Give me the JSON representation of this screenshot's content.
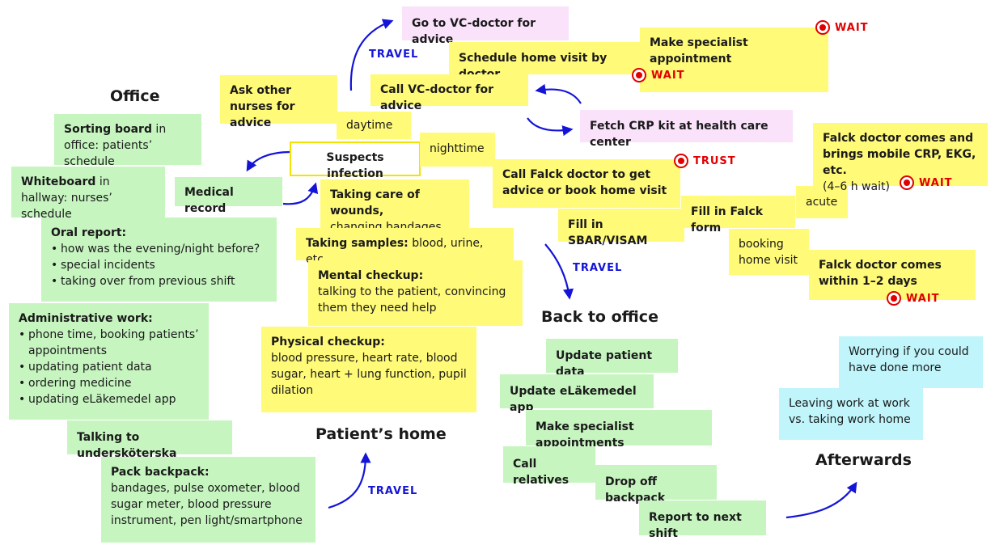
{
  "headings": {
    "office": "Office",
    "patients_home": "Patient’s home",
    "back_to_office": "Back to office",
    "afterwards": "Afterwards"
  },
  "center": "Suspects infection",
  "labels": {
    "daytime": "daytime",
    "nighttime": "nighttime",
    "acute": "acute",
    "booking_home_visit": "booking home visit"
  },
  "travel_label": "TRAVEL",
  "signals": {
    "wait": "WAIT",
    "trust": "TRUST"
  },
  "office": {
    "sorting_board_bold": "Sorting board",
    "sorting_board_rest": " in office: patients’ schedule",
    "whiteboard_bold": "Whiteboard",
    "whiteboard_rest": " in hallway: nurses’ schedule",
    "oral_report_title": "Oral report:",
    "oral_report_items": [
      "how was the evening/night before?",
      "special incidents",
      "taking over from previous shift"
    ],
    "admin_title": "Administrative work:",
    "admin_items": [
      "phone time, booking patients’ appointments",
      "updating patient data",
      "ordering medicine",
      "updating eLäkemedel app"
    ],
    "talking": "Talking to undersköterska",
    "pack_title": "Pack backpack:",
    "pack_text": "bandages, pulse oxometer, blood sugar meter, blood pressure instrument, pen light/smartphone",
    "medical_record": "Medical record"
  },
  "home": {
    "wounds_bold": "Taking care of wounds,",
    "wounds_rest": "changing bandages",
    "samples_bold": "Taking samples:",
    "samples_rest": " blood, urine, etc.",
    "mental_title": "Mental checkup:",
    "mental_text": "talking to the patient, convincing them they need help",
    "physical_title": "Physical checkup:",
    "physical_text": "blood pressure, heart rate, blood sugar, heart + lung function, pupil dilation"
  },
  "daytime_branch": {
    "ask_nurses": "Ask other nurses for advice",
    "go_vc": "Go to VC-doctor for advice",
    "call_vc": "Call VC-doctor for advice",
    "schedule_home": "Schedule home visit by doctor",
    "make_specialist": "Make specialist appointment",
    "fetch_crp": "Fetch CRP kit at health care center"
  },
  "nighttime_branch": {
    "call_falck": "Call Falck doctor to get advice or book home visit",
    "sbar": "Fill in SBAR/VISAM",
    "falck_form": "Fill in Falck form",
    "falck_comes_title": "Falck doctor comes and brings mobile CRP, EKG, etc.",
    "falck_comes_note": "(4–6 h wait)",
    "falck_within": "Falck doctor comes within 1–2 days"
  },
  "back_office": {
    "update_patient": "Update patient data",
    "update_app": "Update eLäkemedel app",
    "make_specialists": "Make specialist appointments",
    "call_relatives": "Call relatives",
    "drop_backpack": "Drop off backpack",
    "report": "Report to next shift"
  },
  "afterwards": {
    "worrying": "Worrying if you could have done more",
    "leaving": "Leaving work at work vs. taking work home"
  },
  "colors": {
    "office_notes": "#c6f5c0",
    "home_notes": "#fffa78",
    "pink_notes": "#fae2fa",
    "after_notes": "#bff5fb",
    "travel": "#1414d8",
    "signal": "#e00000"
  }
}
